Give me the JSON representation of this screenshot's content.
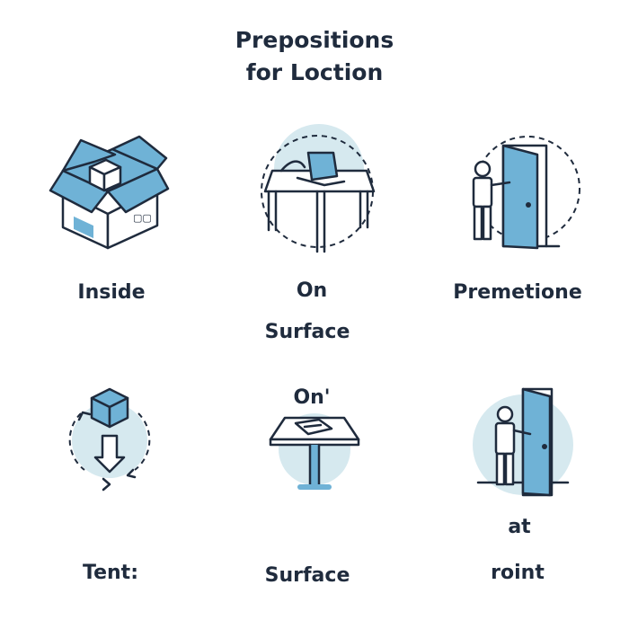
{
  "title": {
    "line1": "Prepositions",
    "line2": "for Loction"
  },
  "items": [
    {
      "label": "Inside",
      "icon": "open-box-icon"
    },
    {
      "label_line1": "On",
      "label_line2": "Surface",
      "icon": "desk-laptop-icon"
    },
    {
      "label": "Premetione",
      "icon": "person-door-icon"
    },
    {
      "label": "Tent:",
      "icon": "cube-down-arrow-icon"
    },
    {
      "label_line1": "On'",
      "label_line2": "Surface",
      "icon": "table-paper-icon"
    },
    {
      "label_line1": "at",
      "label_line2": "roint",
      "icon": "person-door-circle-icon"
    }
  ],
  "colors": {
    "ink": "#1f2b3d",
    "accent_blue": "#6fb2d6",
    "light_circle": "#d6e9ef"
  }
}
